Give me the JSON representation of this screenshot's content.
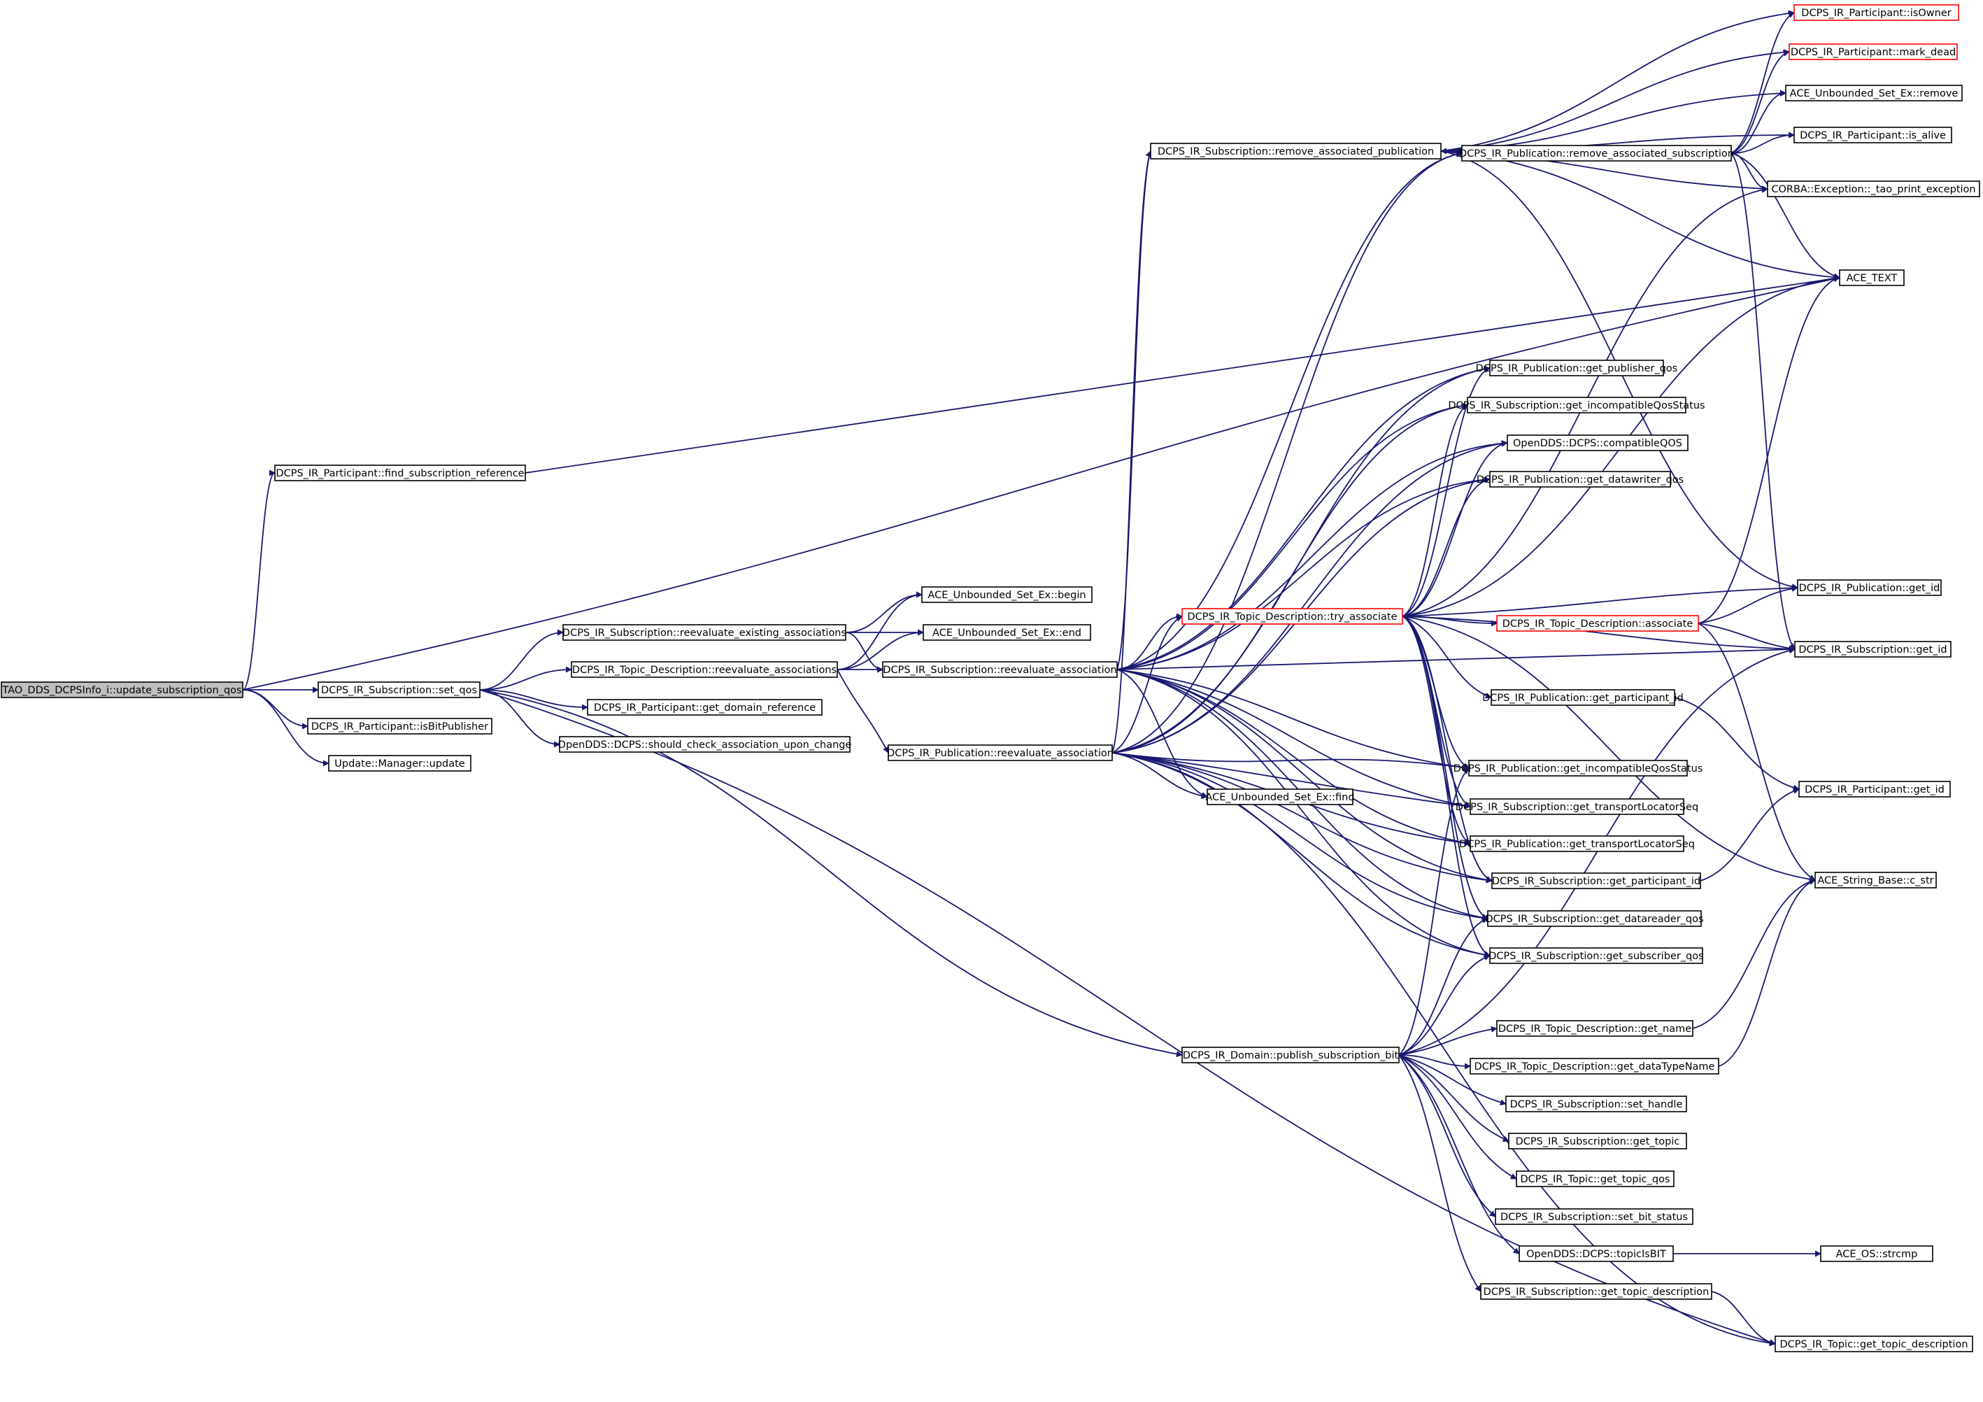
{
  "diagram": {
    "type": "call-graph",
    "colors": {
      "edge": "#191970",
      "node_border": "#000000",
      "node_border_red": "#ff0000",
      "root_fill": "#bfbfbf"
    },
    "nodes": [
      {
        "id": "root",
        "label": "TAO_DDS_DCPSInfo_i::update_subscription_qos",
        "style": "root"
      },
      {
        "id": "p_find",
        "label": "DCPS_IR_Participant::find_subscription_reference"
      },
      {
        "id": "s_setqos",
        "label": "DCPS_IR_Subscription::set_qos"
      },
      {
        "id": "p_isbit",
        "label": "DCPS_IR_Participant::isBitPublisher"
      },
      {
        "id": "upd",
        "label": "Update::Manager::update"
      },
      {
        "id": "s_reeval_ex",
        "label": "DCPS_IR_Subscription::reevaluate_existing_associations"
      },
      {
        "id": "td_reeval",
        "label": "DCPS_IR_Topic_Description::reevaluate_associations"
      },
      {
        "id": "p_dom",
        "label": "DCPS_IR_Participant::get_domain_reference"
      },
      {
        "id": "should",
        "label": "OpenDDS::DCPS::should_check_association_upon_change"
      },
      {
        "id": "ace_begin",
        "label": "ACE_Unbounded_Set_Ex::begin"
      },
      {
        "id": "ace_end",
        "label": "ACE_Unbounded_Set_Ex::end"
      },
      {
        "id": "s_reeval",
        "label": "DCPS_IR_Subscription::reevaluate_association"
      },
      {
        "id": "pub_reeval",
        "label": "DCPS_IR_Publication::reevaluate_association"
      },
      {
        "id": "s_remove",
        "label": "DCPS_IR_Subscription::remove_associated_publication"
      },
      {
        "id": "pub_remove",
        "label": "DCPS_IR_Publication::remove_associated_subscription"
      },
      {
        "id": "td_try",
        "label": "DCPS_IR_Topic_Description::try_associate",
        "style": "red"
      },
      {
        "id": "ace_find",
        "label": "ACE_Unbounded_Set_Ex::find"
      },
      {
        "id": "dom_pub",
        "label": "DCPS_IR_Domain::publish_subscription_bit"
      },
      {
        "id": "isowner",
        "label": "DCPS_IR_Participant::isOwner",
        "style": "red"
      },
      {
        "id": "markdead",
        "label": "DCPS_IR_Participant::mark_dead",
        "style": "red"
      },
      {
        "id": "ace_remove",
        "label": "ACE_Unbounded_Set_Ex::remove"
      },
      {
        "id": "isalive",
        "label": "DCPS_IR_Participant::is_alive"
      },
      {
        "id": "corba",
        "label": "CORBA::Exception::_tao_print_exception"
      },
      {
        "id": "acetext",
        "label": "ACE_TEXT"
      },
      {
        "id": "pubqos",
        "label": "DCPS_IR_Publication::get_publisher_qos"
      },
      {
        "id": "s_incompat",
        "label": "DCPS_IR_Subscription::get_incompatibleQosStatus"
      },
      {
        "id": "compat",
        "label": "OpenDDS::DCPS::compatibleQOS"
      },
      {
        "id": "dwqos",
        "label": "DCPS_IR_Publication::get_datawriter_qos"
      },
      {
        "id": "td_assoc",
        "label": "DCPS_IR_Topic_Description::associate",
        "style": "red"
      },
      {
        "id": "pub_getid",
        "label": "DCPS_IR_Publication::get_id"
      },
      {
        "id": "s_getid",
        "label": "DCPS_IR_Subscription::get_id"
      },
      {
        "id": "pub_partid",
        "label": "DCPS_IR_Publication::get_participant_id"
      },
      {
        "id": "part_getid",
        "label": "DCPS_IR_Participant::get_id"
      },
      {
        "id": "pub_incompat",
        "label": "DCPS_IR_Publication::get_incompatibleQosStatus"
      },
      {
        "id": "s_tls",
        "label": "DCPS_IR_Subscription::get_transportLocatorSeq"
      },
      {
        "id": "pub_tls",
        "label": "DCPS_IR_Publication::get_transportLocatorSeq"
      },
      {
        "id": "s_partid",
        "label": "DCPS_IR_Subscription::get_participant_id"
      },
      {
        "id": "cstr",
        "label": "ACE_String_Base::c_str"
      },
      {
        "id": "drqos",
        "label": "DCPS_IR_Subscription::get_datareader_qos"
      },
      {
        "id": "subqos",
        "label": "DCPS_IR_Subscription::get_subscriber_qos"
      },
      {
        "id": "td_name",
        "label": "DCPS_IR_Topic_Description::get_name"
      },
      {
        "id": "td_dtn",
        "label": "DCPS_IR_Topic_Description::get_dataTypeName"
      },
      {
        "id": "s_sethandle",
        "label": "DCPS_IR_Subscription::set_handle"
      },
      {
        "id": "s_gettopic",
        "label": "DCPS_IR_Subscription::get_topic"
      },
      {
        "id": "t_qos",
        "label": "DCPS_IR_Topic::get_topic_qos"
      },
      {
        "id": "s_setbit",
        "label": "DCPS_IR_Subscription::set_bit_status"
      },
      {
        "id": "topicisbit",
        "label": "OpenDDS::DCPS::topicIsBIT"
      },
      {
        "id": "strcmp",
        "label": "ACE_OS::strcmp"
      },
      {
        "id": "s_gettd",
        "label": "DCPS_IR_Subscription::get_topic_description"
      },
      {
        "id": "t_gettd",
        "label": "DCPS_IR_Topic::get_topic_description"
      }
    ]
  }
}
